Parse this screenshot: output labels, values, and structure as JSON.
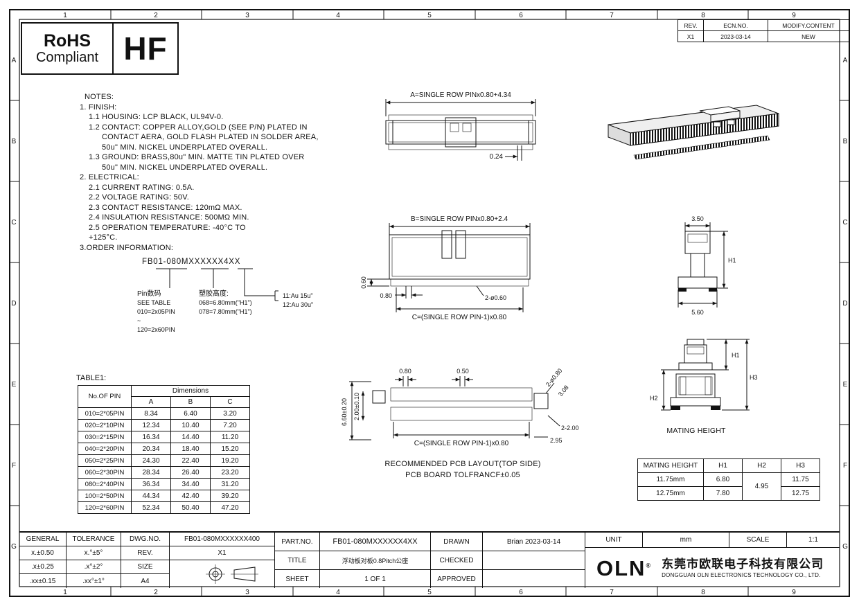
{
  "frame": {
    "top_numbers": [
      "1",
      "2",
      "3",
      "4",
      "5",
      "6",
      "7",
      "8",
      "9"
    ],
    "bottom_numbers": [
      "1",
      "2",
      "3",
      "4",
      "5",
      "6",
      "7",
      "8",
      "9"
    ],
    "left_letters": [
      "A",
      "B",
      "C",
      "D",
      "E",
      "F",
      "G"
    ],
    "right_letters": [
      "A",
      "B",
      "C",
      "D",
      "E",
      "F",
      "G"
    ]
  },
  "stamp": {
    "line1": "RoHS",
    "line2": "Compliant",
    "code": "HF"
  },
  "rev_table": {
    "col_rev": "REV.",
    "col_ecn": "ECN.NO.",
    "col_modify": "MODIFY.CONTENT",
    "rev": "X1",
    "ecn": "2023-03-14",
    "modify": "NEW"
  },
  "notes": {
    "l0": "NOTES:",
    "l1": "1. FINISH:",
    "l2": "1.1 HOUSING: LCP BLACK, UL94V-0.",
    "l3": "1.2 CONTACT: COPPER ALLOY,GOLD (SEE P/N) PLATED IN",
    "l4": "CONTACT AERA, GOLD FLASH PLATED IN SOLDER AREA,",
    "l5": "50u\" MIN. NICKEL UNDERPLATED OVERALL.",
    "l6": "1.3 GROUND: BRASS,80u\" MIN. MATTE TIN PLATED OVER",
    "l7": "50u\" MIN. NICKEL UNDERPLATED OVERALL.",
    "l8": "2. ELECTRICAL:",
    "l9": "2.1 CURRENT RATING: 0.5A.",
    "l10": "2.2 VOLTAGE RATING: 50V.",
    "l11": "2.3 CONTACT RESISTANCE: 120mΩ MAX.",
    "l12": "2.4 INSULATION RESISTANCE: 500MΩ MIN.",
    "l13": "2.5 OPERATION TEMPERATURE: -40°C TO",
    "l14": "+125°C.",
    "l15": "3.ORDER INFORMATION:"
  },
  "order": {
    "part_number": "FB01-080MXXXXXX4XX",
    "pin_title": "Pin数码",
    "pin_l1": "SEE TABLE",
    "pin_l2": "010=2x05PIN",
    "pin_l3": "~",
    "pin_l4": "120=2x60PIN",
    "plastic_title": "塑胶高度:",
    "plastic_l1": "068=6.80mm(\"H1\")",
    "plastic_l2": "078=7.80mm(\"H1\")",
    "gold_l1": "11:Au 15u\"",
    "gold_l2": "12:Au 30u\""
  },
  "table1": {
    "title": "TABLE1:",
    "col_pin": "No.OF PIN",
    "col_dim": "Dimensions",
    "col_a": "A",
    "col_b": "B",
    "col_c": "C",
    "rows": [
      [
        "010=2*05PIN",
        "8.34",
        "6.40",
        "3.20"
      ],
      [
        "020=2*10PIN",
        "12.34",
        "10.40",
        "7.20"
      ],
      [
        "030=2*15PIN",
        "16.34",
        "14.40",
        "11.20"
      ],
      [
        "040=2*20PIN",
        "20.34",
        "18.40",
        "15.20"
      ],
      [
        "050=2*25PIN",
        "24.30",
        "22.40",
        "19.20"
      ],
      [
        "060=2*30PIN",
        "28.34",
        "26.40",
        "23.20"
      ],
      [
        "080=2*40PIN",
        "36.34",
        "34.40",
        "31.20"
      ],
      [
        "100=2*50PIN",
        "44.34",
        "42.40",
        "39.20"
      ],
      [
        "120=2*60PIN",
        "52.34",
        "50.40",
        "47.20"
      ]
    ]
  },
  "dims": {
    "top_view": {
      "a": "A=SINGLE ROW PINx0.80+4.34",
      "d024": "0.24"
    },
    "front_view": {
      "b": "B=SINGLE ROW PINx0.80+2.4",
      "d060": "0.60",
      "d080": "0.80",
      "hole": "2-ø0.60",
      "c": "C=(SINGLE ROW PIN-1)x0.80"
    },
    "side_view": {
      "d350": "3.50",
      "h1": "H1",
      "d560": "5.60"
    },
    "pcb": {
      "d080": "0.80",
      "d050": "0.50",
      "hole": "2-ø0.80",
      "d308": "3.08",
      "d660": "6.60±0.20",
      "d200": "2.00±0.10",
      "c": "C=(SINGLE ROW PIN-1)x0.80",
      "d2200": "2-2.00",
      "d295": "2.95",
      "cap1": "RECOMMENDED PCB LAYOUT(TOP SIDE)",
      "cap2": "PCB BOARD TOLFRANCF±0.05"
    },
    "mating_view": {
      "h1": "H1",
      "h2": "H2",
      "h3": "H3",
      "caption": "MATING HEIGHT"
    }
  },
  "mating_table": {
    "col0": "MATING HEIGHT",
    "col1": "H1",
    "col2": "H2",
    "col3": "H3",
    "r1": [
      "11.75mm",
      "6.80",
      "4.95",
      "11.75"
    ],
    "r2": [
      "12.75mm",
      "7.80",
      "12.75"
    ]
  },
  "title_block": {
    "general": "GENERAL",
    "tolerance": "TOLERANCE",
    "tol_rows": [
      [
        "x.±0.50",
        "x.°±5°"
      ],
      [
        ".x±0.25",
        ".x°±2°"
      ],
      [
        ".xx±0.15",
        ".xx°±1°"
      ]
    ],
    "dwg_no_label": "DWG.NO.",
    "dwg_no": "FB01-080MXXXXXX400",
    "rev_label": "REV.",
    "rev": "X1",
    "size_label": "SIZE",
    "size": "A4",
    "part_no_label": "PART.NO.",
    "part_no": "FB01-080MXXXXXX4XX",
    "title_label": "TITLE",
    "title_value": "浮动板对板0.8Pitch公座",
    "sheet_label": "SHEET",
    "sheet": "1 OF 1",
    "drawn_label": "DRAWN",
    "drawn": "Brian 2023-03-14",
    "checked_label": "CHECKED",
    "approved_label": "APPROVED",
    "unit_label": "UNIT",
    "unit": "mm",
    "scale_label": "SCALE",
    "scale": "1:1",
    "brand": "OLN",
    "brand_reg": "®",
    "company_cn": "东莞市欧联电子科技有限公司",
    "company_en": "DONGGUAN OLN ELECTRONICS TECHNOLOGY CO., LTD."
  }
}
